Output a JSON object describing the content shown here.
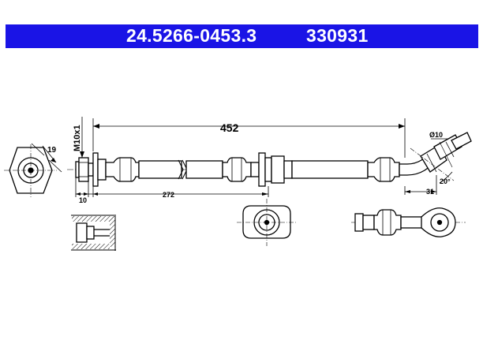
{
  "header": {
    "part_number": "24.5266-0453.3",
    "reference_number": "330931",
    "background_color": "#1a14e6",
    "text_color": "#ffffff"
  },
  "dimensions": {
    "total_length": "452",
    "thread": "M10x1",
    "wrench_size": "19",
    "end_length": "10",
    "bracket_position": "272",
    "outlet_diameter": "Ø10",
    "bend_angle": "20°",
    "bend_offset": "31"
  }
}
